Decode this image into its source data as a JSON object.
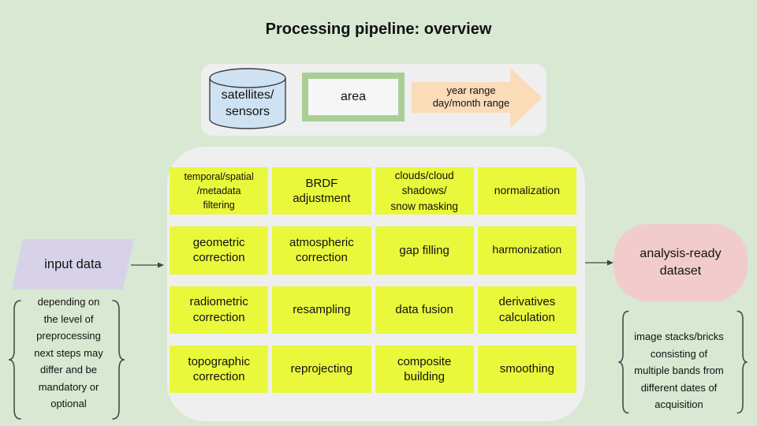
{
  "title": "Processing pipeline: overview",
  "parameters_bar": {
    "source": "satellites/\nsensors",
    "area": "area",
    "range": "year range\nday/month range"
  },
  "steps": [
    "temporal/spatial\n/metadata\nfiltering",
    "BRDF\nadjustment",
    "clouds/cloud\nshadows/\nsnow masking",
    "normalization",
    "geometric\ncorrection",
    "atmospheric\ncorrection",
    "gap filling",
    "harmonization",
    "radiometric\ncorrection",
    "resampling",
    "data fusion",
    "derivatives\ncalculation",
    "topographic\ncorrection",
    "reprojecting",
    "composite\nbuilding",
    "smoothing"
  ],
  "input_node": {
    "label": "input data"
  },
  "output_node": {
    "label": "analysis-ready\ndataset"
  },
  "notes": {
    "input": "depending on\nthe level of\npreprocessing\nnext steps may\ndiffer and be\nmandatory or\noptional",
    "output": "image stacks/bricks\nconsisting of\nmultiple bands from\ndifferent dates of\nacquisition"
  },
  "icons": {
    "source_shape": "database-cylinder",
    "range_shape": "right-arrow",
    "input_shape": "parallelogram",
    "note_shapes": "curly-braces"
  },
  "colors": {
    "background": "#d8e8d2",
    "panel": "#efefef",
    "step_fill": "#e9f83b",
    "source_fill": "#cfe2f3",
    "area_border": "#a9cf96",
    "range_fill": "#fbdcb8",
    "input_fill": "#d8d2e9",
    "output_fill": "#f2cccc",
    "line": "#444444"
  }
}
